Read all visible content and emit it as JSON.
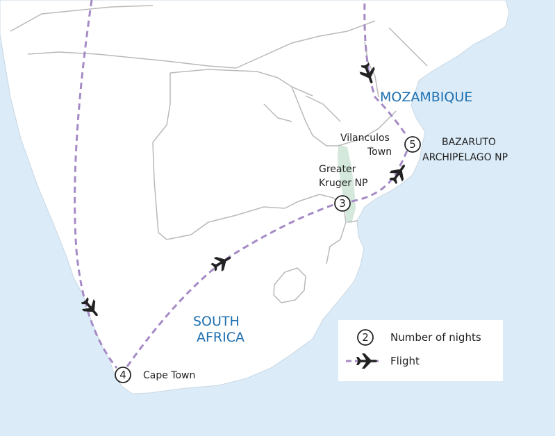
{
  "colors": {
    "sea": "#dbecf8",
    "land": "#ffffff",
    "border": "#b9b9b9",
    "route": "#a58ac6",
    "park": "#d4e8dc",
    "label_blue": "#1d6fb0",
    "text": "#222222"
  },
  "regions": {
    "mozambique": "MOZAMBIQUE",
    "south_africa_line1": "SOUTH",
    "south_africa_line2": "AFRICA",
    "bazaruto_line1": "BAZARUTO",
    "bazaruto_line2": "ARCHIPELAGO NP"
  },
  "stops": {
    "vilanculos": {
      "line1": "Vilanculos",
      "line2": "Town",
      "nights": "5"
    },
    "kruger": {
      "line1": "Greater",
      "line2": "Kruger NP",
      "nights": "3"
    },
    "cape_town": {
      "label": "Cape Town",
      "nights": "4"
    }
  },
  "legend": {
    "nights_sample": "2",
    "nights_label": "Number of nights",
    "flight_label": "Flight"
  },
  "icons": {
    "plane": "airplane-icon"
  }
}
